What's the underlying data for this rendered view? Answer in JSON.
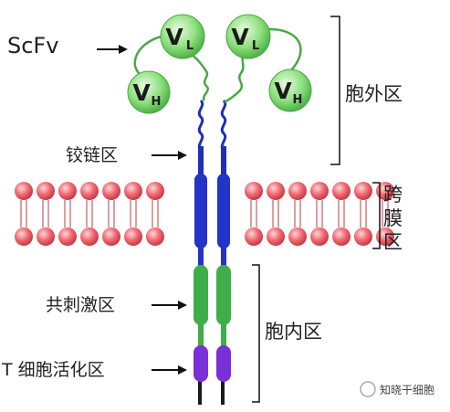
{
  "labels": {
    "scfv": "ScFv",
    "hinge": "铰链区",
    "costim": "共刺激区",
    "tcell": "T 细胞活化区",
    "extracellular": "胞外区",
    "transmembrane": [
      "跨",
      "膜",
      "区"
    ],
    "intracellular": "胞内区"
  },
  "domains": {
    "vl_main": "V",
    "vl_sub": "L",
    "vh_main": "V",
    "vh_sub": "H"
  },
  "watermark": "知晓干细胞",
  "colors": {
    "membrane_bead": "#e8545e",
    "transmembrane": "#2433c8",
    "costim": "#3fae4a",
    "activation": "#7b2fd6",
    "domain_fill": "#7fd870",
    "stalk": "#1e2fb8",
    "tail": "#1a1a1a"
  }
}
